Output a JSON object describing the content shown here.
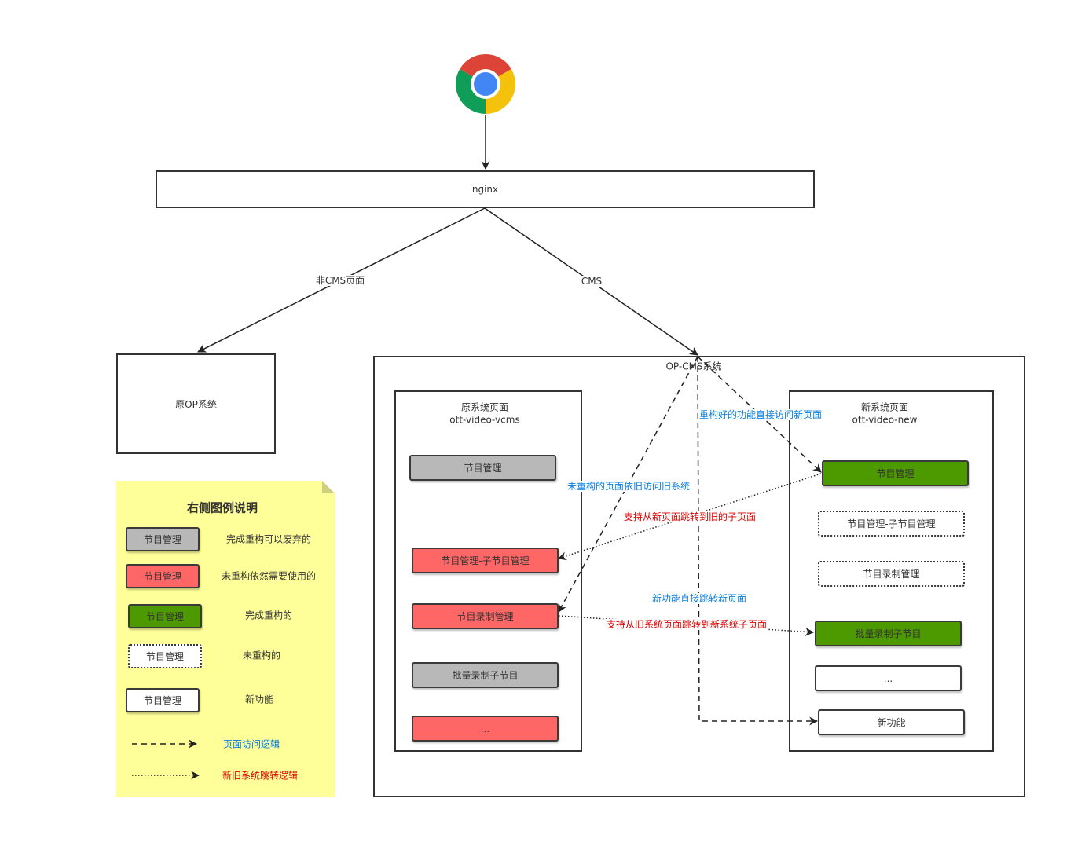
{
  "browser": {
    "icon": "chrome-icon"
  },
  "nginx": {
    "label": "nginx"
  },
  "op_system": {
    "label": "原OP系统"
  },
  "edges": {
    "non_cms": "非CMS页面",
    "cms": "CMS",
    "refactored_direct": "重构好的功能直接访问新页面",
    "unrefactored_old": "未重构的页面依旧访问旧系统",
    "new_to_old": "支持从新页面跳转到旧的子页面",
    "new_feature": "新功能直接跳转新页面",
    "old_to_new": "支持从旧系统页面跳转到新系统子页面"
  },
  "op_cms": {
    "label": "OP-CMS系统",
    "old_pages": {
      "title": "原系统页面",
      "subtitle": "ott-video-vcms",
      "items": [
        "节目管理",
        "节目管理-子节目管理",
        "节目录制管理",
        "批量录制子节目",
        "..."
      ]
    },
    "new_pages": {
      "title": "新系统页面",
      "subtitle": "ott-video-new",
      "items": [
        "节目管理",
        "节目管理-子节目管理",
        "节目录制管理",
        "批量录制子节目",
        "...",
        "新功能"
      ]
    }
  },
  "legend": {
    "title": "右侧图例说明",
    "boxes": [
      {
        "sample": "节目管理",
        "meaning": "完成重构可以废弃的"
      },
      {
        "sample": "节目管理",
        "meaning": "未重构依然需要使用的"
      },
      {
        "sample": "节目管理",
        "meaning": "完成重构的"
      },
      {
        "sample": "节目管理",
        "meaning": "未重构的"
      },
      {
        "sample": "节目管理",
        "meaning": "新功能"
      }
    ],
    "lines": [
      {
        "meaning": "页面访问逻辑"
      },
      {
        "meaning": "新旧系统跳转逻辑"
      }
    ]
  },
  "colors": {
    "gray_fill": "#b8b8b8",
    "red_fill": "#ff6666",
    "green_fill": "#4d9900",
    "note_fill": "#ffff99",
    "access_text": "#0a7fe0",
    "jump_text": "#dd0000"
  }
}
